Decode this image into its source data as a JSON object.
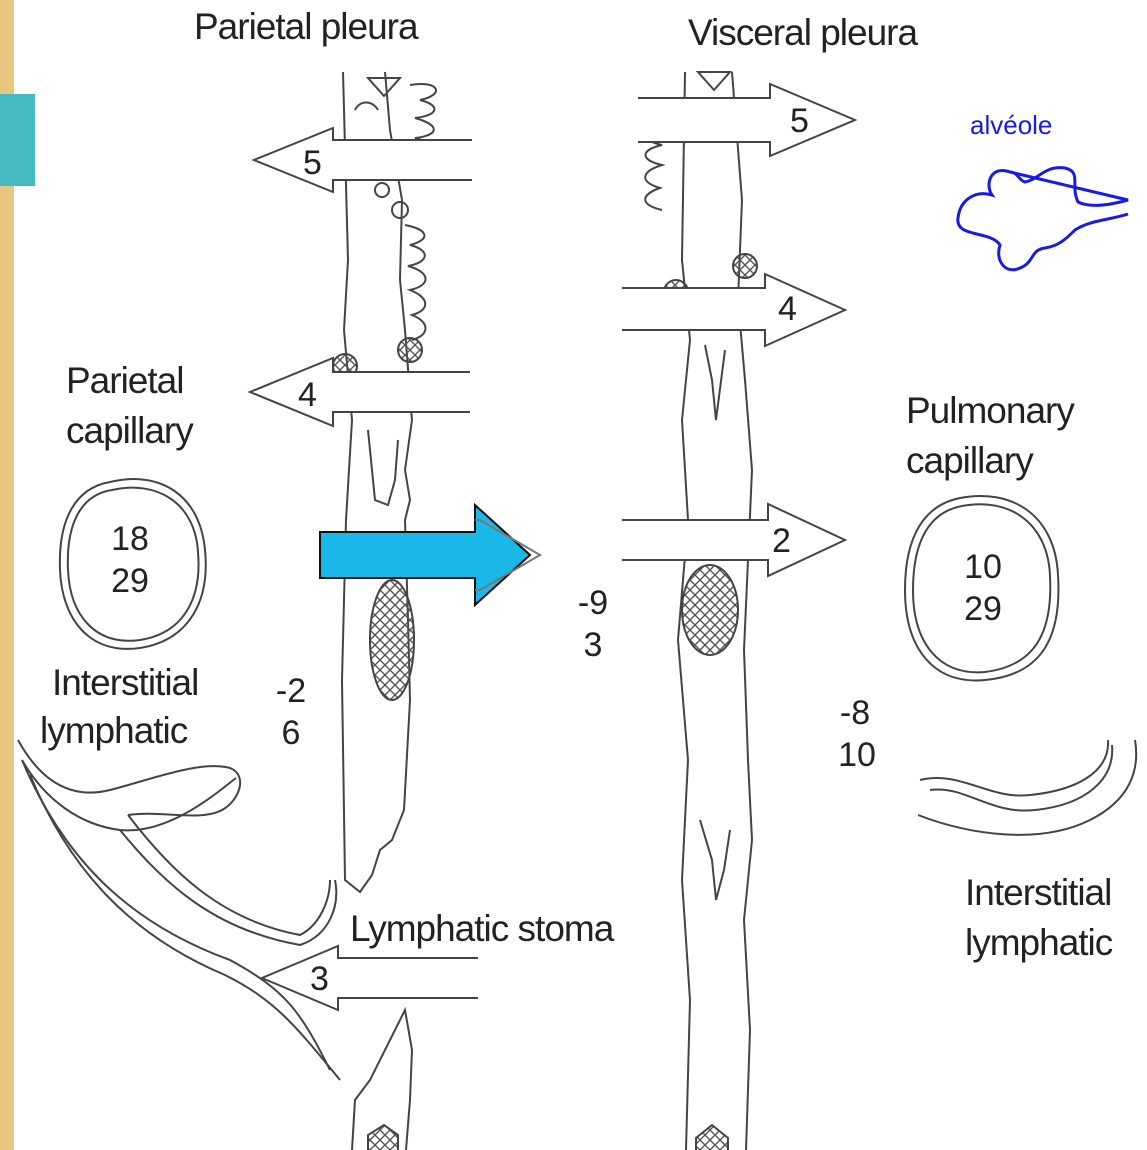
{
  "titles": {
    "parietal_pleura": "Parietal pleura",
    "visceral_pleura": "Visceral pleura"
  },
  "labels": {
    "parietal_capillary_line1": "Parietal",
    "parietal_capillary_line2": "capillary",
    "pulmonary_capillary_line1": "Pulmonary",
    "pulmonary_capillary_line2": "capillary",
    "interstitial_lymphatic_left_line1": "Interstitial",
    "interstitial_lymphatic_left_line2": "lymphatic",
    "interstitial_lymphatic_right_line1": "Interstitial",
    "interstitial_lymphatic_right_line2": "lymphatic",
    "lymphatic_stoma": "Lymphatic stoma",
    "alveole": "alvéole"
  },
  "pressures": {
    "parietal_capillary_top": "18",
    "parietal_capillary_bottom": "29",
    "pulmonary_capillary_top": "10",
    "pulmonary_capillary_bottom": "29",
    "parietal_interstitium_top": "-2",
    "parietal_interstitium_bottom": "6",
    "pleural_space_top": "-9",
    "pleural_space_bottom": "3",
    "visceral_interstitium_top": "-8",
    "visceral_interstitium_bottom": "10"
  },
  "arrows": {
    "parietal_5": "5",
    "parietal_4": "4",
    "visceral_5": "5",
    "visceral_4": "4",
    "visceral_2": "2",
    "stoma_3": "3"
  },
  "colors": {
    "background_border": "#e7c77f",
    "highlight_arrow": "#1ab8e8",
    "teal_block": "#45b9c2",
    "alveole": "#1a1ae6"
  }
}
